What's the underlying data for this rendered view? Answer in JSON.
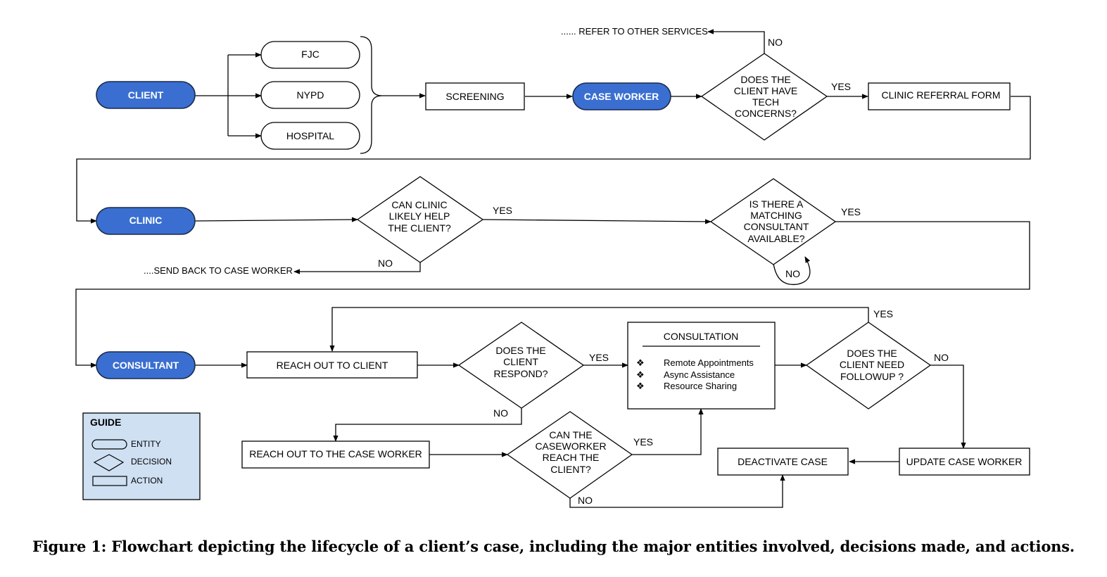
{
  "entities": {
    "client": "CLIENT",
    "case_worker": "CASE WORKER",
    "clinic": "CLINIC",
    "consultant": "CONSULTANT"
  },
  "sources": {
    "fjc": "FJC",
    "nypd": "NYPD",
    "hospital": "HOSPITAL"
  },
  "actions": {
    "screening": "SCREENING",
    "clinic_referral_form": "CLINIC REFERRAL FORM",
    "reach_out_client": "REACH OUT TO CLIENT",
    "reach_out_case_worker": "REACH OUT TO THE CASE WORKER",
    "deactivate_case": "DEACTIVATE CASE",
    "update_case_worker": "UPDATE CASE WORKER"
  },
  "consultation": {
    "title": "CONSULTATION",
    "bullet": "❖",
    "items": [
      "Remote Appointments",
      "Async Assistance",
      "Resource Sharing"
    ]
  },
  "decisions": {
    "tech_concerns": [
      "DOES THE",
      "CLIENT HAVE",
      "TECH",
      "CONCERNS?"
    ],
    "clinic_help": [
      "CAN CLINIC",
      "LIKELY HELP",
      "THE CLIENT?"
    ],
    "matching_consultant": [
      "IS THERE A",
      "MATCHING",
      "CONSULTANT",
      "AVAILABLE?"
    ],
    "client_respond": [
      "DOES THE",
      "CLIENT",
      "RESPOND?"
    ],
    "caseworker_reach": [
      "CAN THE",
      "CASEWORKER",
      "REACH THE",
      "CLIENT?"
    ],
    "need_followup": [
      "DOES THE",
      "CLIENT NEED",
      "FOLLOWUP ?"
    ]
  },
  "labels": {
    "yes": "YES",
    "no": "NO",
    "refer_other_services": "...... REFER TO OTHER SERVICES",
    "send_back_case_worker": "....SEND BACK TO CASE WORKER"
  },
  "guide": {
    "title": "GUIDE",
    "entity": "ENTITY",
    "decision": "DECISION",
    "action": "ACTION"
  },
  "caption": "Figure 1: Flowchart depicting the lifecycle of a client’s case, including the major entities involved, decisions made, and actions."
}
